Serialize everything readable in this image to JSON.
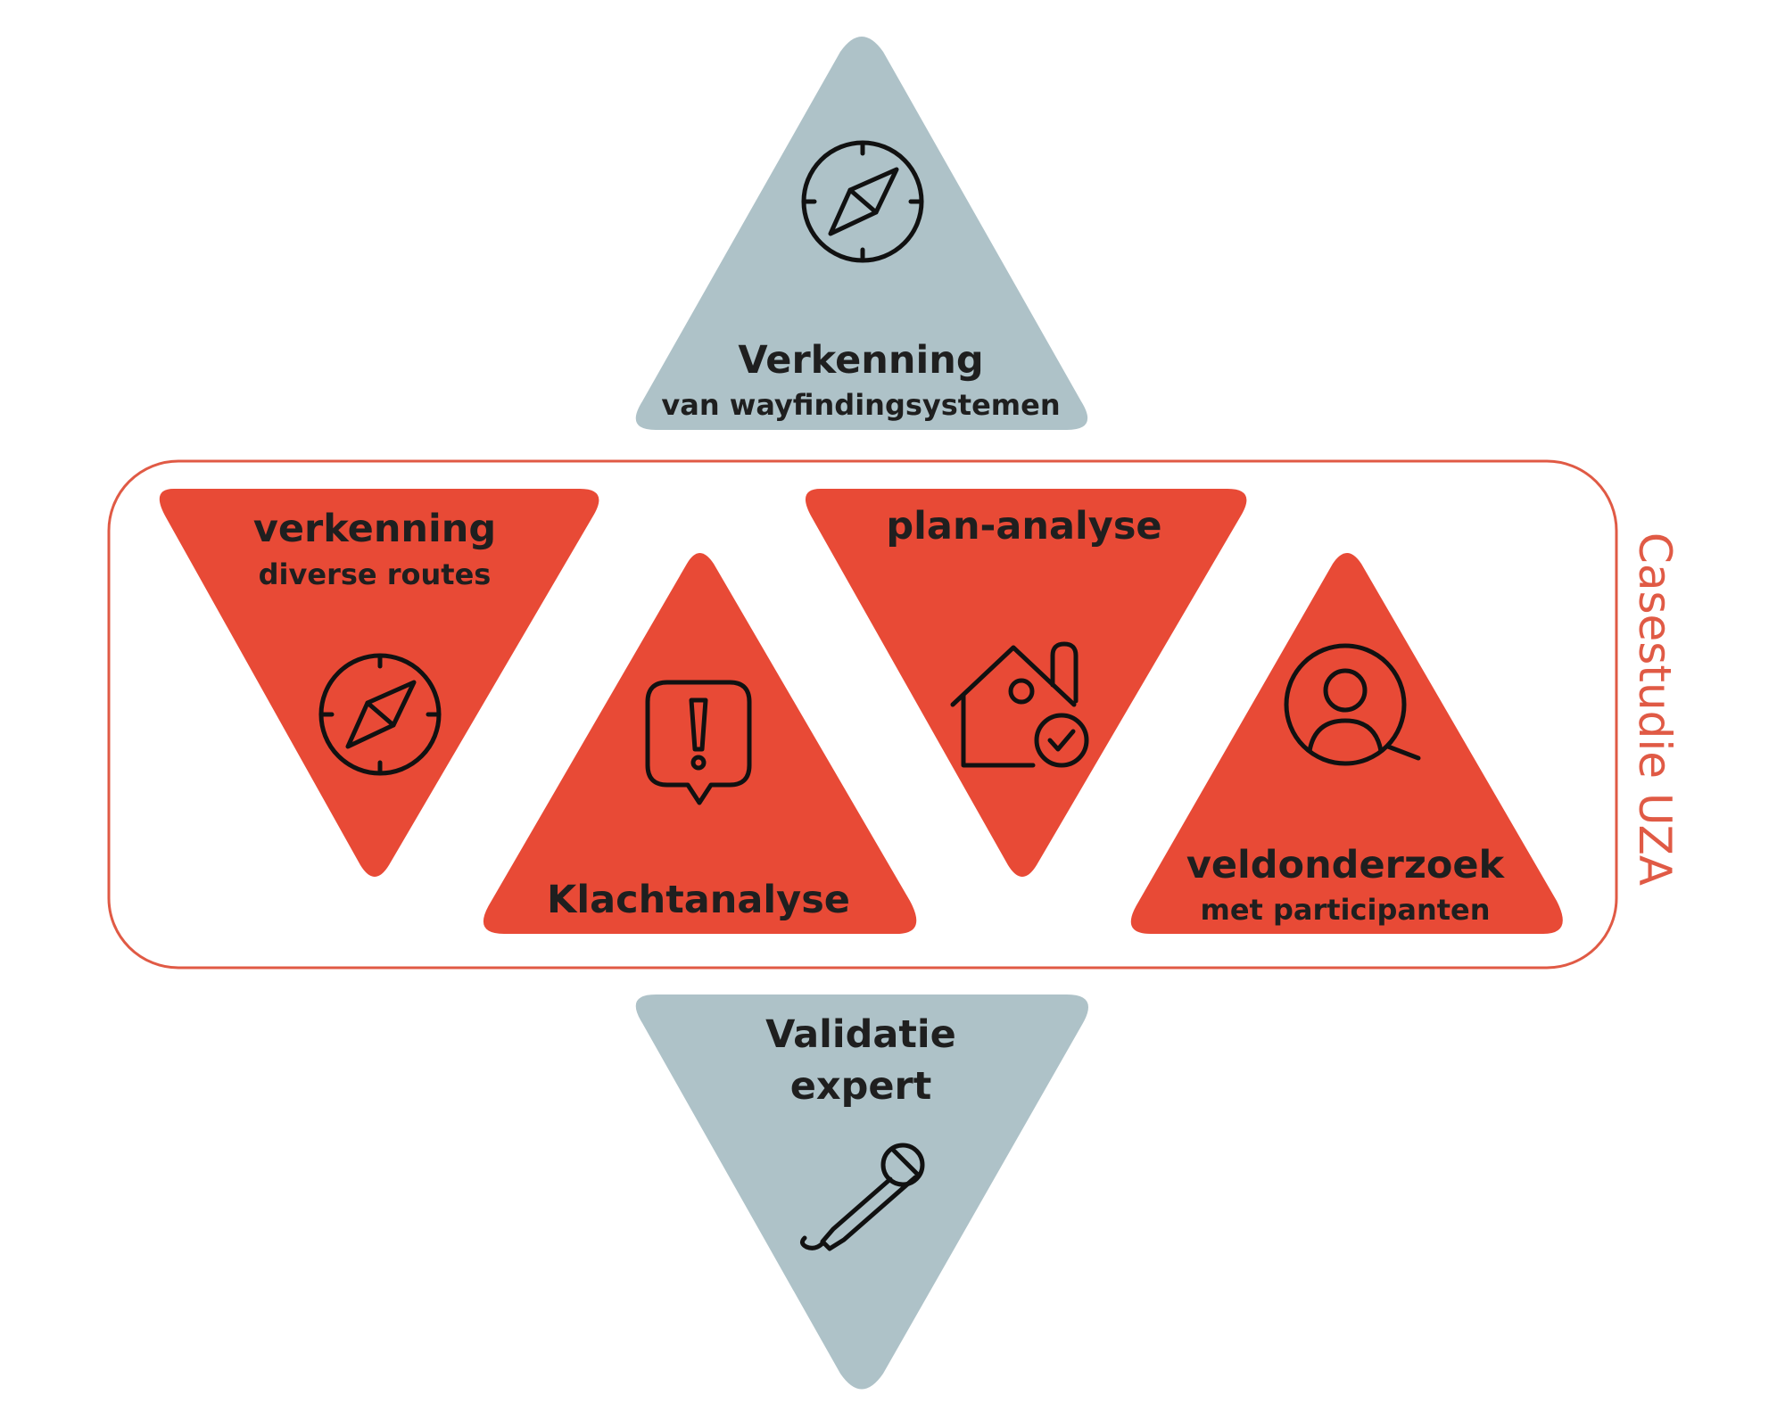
{
  "colors": {
    "grey": "#aec2c8",
    "red": "#e84a36",
    "frame": "#e05a45",
    "text": "#1f1f1f",
    "icon": "#111111"
  },
  "top": {
    "title": "Verkenning",
    "subtitle": "van wayfindingsystemen",
    "icon": "compass-icon"
  },
  "bottom": {
    "title_line1": "Validatie",
    "title_line2": "expert",
    "icon": "microphone-icon"
  },
  "casestudy": {
    "label": "Casestudie UZA",
    "items": [
      {
        "title": "verkenning",
        "subtitle": "diverse routes",
        "icon": "compass-icon"
      },
      {
        "title": "Klachtanalyse",
        "icon": "alert-bubble-icon"
      },
      {
        "title": "plan-analyse",
        "icon": "house-check-icon"
      },
      {
        "title": "veldonderzoek",
        "subtitle": "met participanten",
        "icon": "user-search-icon"
      }
    ]
  }
}
